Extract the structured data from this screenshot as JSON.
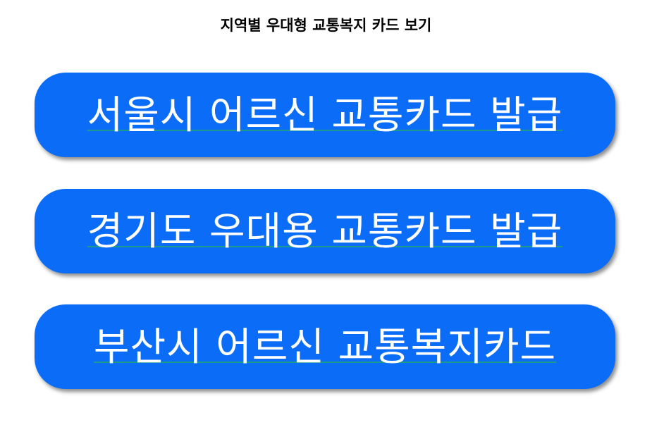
{
  "page": {
    "title": "지역별 우대형 교통복지 카드 보기"
  },
  "cards": [
    {
      "label": "서울시 어르신 교통카드 발급"
    },
    {
      "label": "경기도 우대용 교통카드 발급"
    },
    {
      "label": "부산시 어르신 교통복지카드"
    }
  ],
  "colors": {
    "button_background": "#0a6cf7",
    "button_text": "#ffffff",
    "underline": "#1a9b8c",
    "title_text": "#000000"
  }
}
